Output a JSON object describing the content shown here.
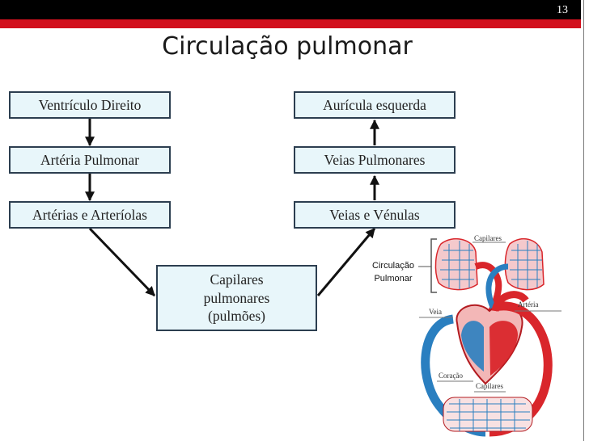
{
  "slide": {
    "page_number": "13",
    "title": "Circulação pulmonar"
  },
  "nodes": {
    "ventriculo": "Ventrículo Direito",
    "arteria": "Artéria Pulmonar",
    "arterias_arteriolas": "Artérias e Arteríolas",
    "capilares": "Capilares pulmonares (pulmões)",
    "veias_venulas": "Veias e Vénulas",
    "veias_pulmonares": "Veias Pulmonares",
    "auricula": "Aurícula esquerda"
  },
  "illustration": {
    "caption_line1": "Circulação",
    "caption_line2": "Pulmonar",
    "label_capilares_top": "Capilares",
    "label_veia": "Veia",
    "label_arteria": "Artéria",
    "label_coracao": "Coração",
    "label_capilares_bottom": "Capilares"
  },
  "colors": {
    "top_bar": "#000000",
    "accent_bar": "#d2101d",
    "box_fill": "#e8f6fa",
    "box_border": "#2c3e50",
    "arterial": "#d9262b",
    "venous": "#2a7fc0"
  }
}
